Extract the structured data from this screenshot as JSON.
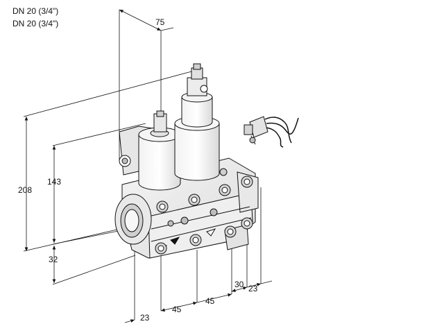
{
  "header": {
    "line1": "DN 20 (3/4\")",
    "line2": "DN 20 (3/4\")"
  },
  "dimensions": {
    "top_depth": "75",
    "total_height": "208",
    "mid_height": "143",
    "base_offset": "32",
    "left_offset": "23",
    "spacing_1": "45",
    "spacing_2": "45",
    "right_spacing": "30",
    "right_offset": "23"
  }
}
